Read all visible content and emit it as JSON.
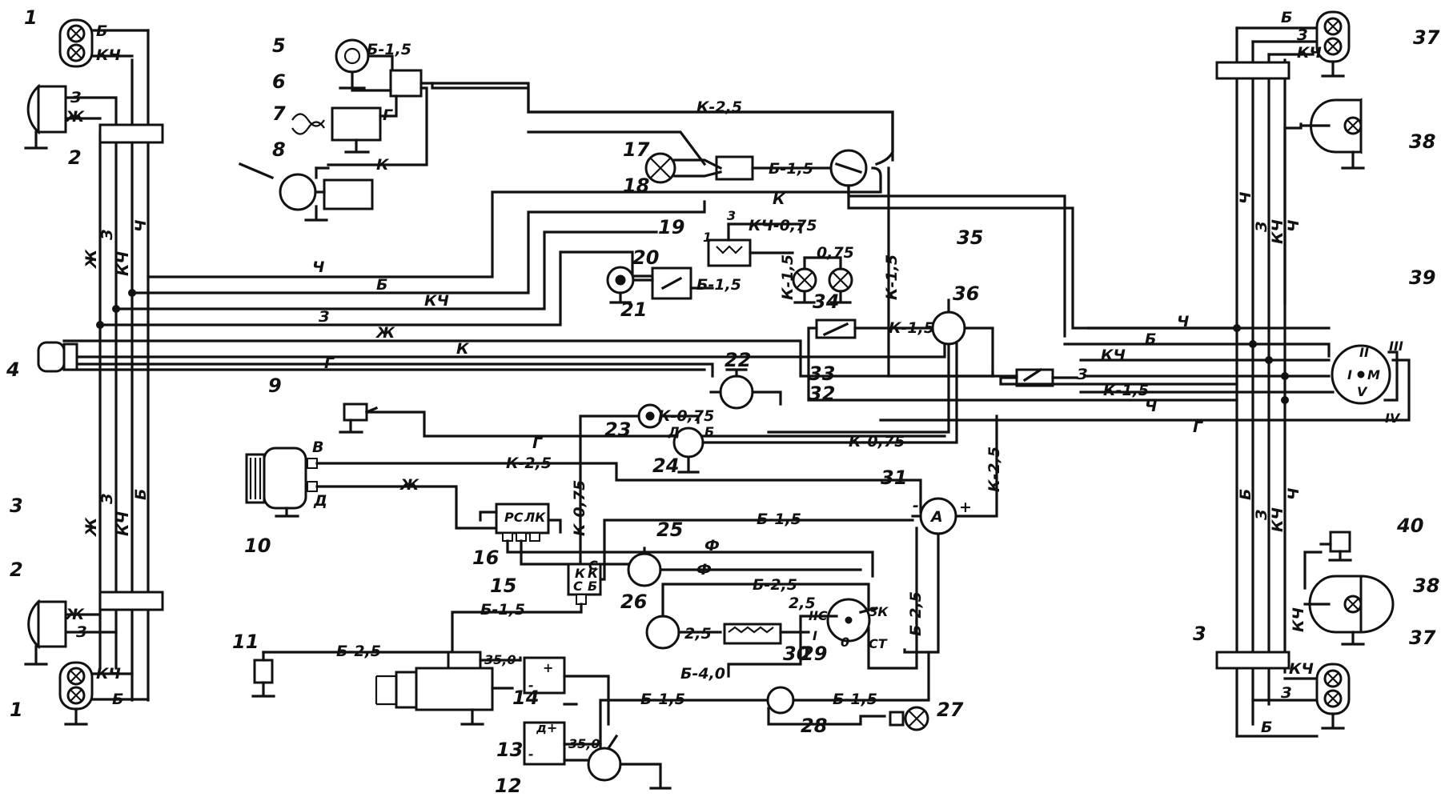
{
  "component_numbers": [
    "1",
    "2",
    "3",
    "4",
    "5",
    "6",
    "7",
    "8",
    "9",
    "10",
    "11",
    "12",
    "13",
    "14",
    "15",
    "16",
    "17",
    "18",
    "19",
    "20",
    "21",
    "22",
    "23",
    "24",
    "25",
    "26",
    "27",
    "28",
    "29",
    "30",
    "31",
    "32",
    "33",
    "34",
    "35",
    "36",
    "37",
    "38",
    "39",
    "40"
  ],
  "wire_labels": {
    "b": "Б",
    "kch": "КЧ",
    "z": "З",
    "zh": "Ж",
    "ch": "Ч",
    "k": "К",
    "g": "Г",
    "f": "Ф",
    "b15": "Б-1,5",
    "b25": "Б-2,5",
    "b40": "Б-4,0",
    "k25": "К-2,5",
    "k15": "К-1,5",
    "k075": "К-0,75",
    "kch075": "КЧ-0,75",
    "v075": "0,75",
    "v25": "2,5",
    "v350": "35,0"
  },
  "terminal_labels": {
    "v": "В",
    "d": "Д",
    "d_small": "Д",
    "b_small": "Б",
    "a": "A",
    "plus": "+",
    "minus": "-",
    "rs": "РС",
    "lk": "ЛК",
    "kk": "К",
    "kc": "К",
    "c": "С",
    "cb": "С",
    "bb": "Б",
    "one": "1",
    "three": "3",
    "ii": "II",
    "iv": "IV",
    "m": "М",
    "i": "I",
    "v5": "V",
    "iii": "III",
    "iic": "IIС",
    "one_roman": "I",
    "zero": "0",
    "zk": "ЗК",
    "st": "СТ",
    "zero_small": "0",
    "d_plus": "д+"
  }
}
